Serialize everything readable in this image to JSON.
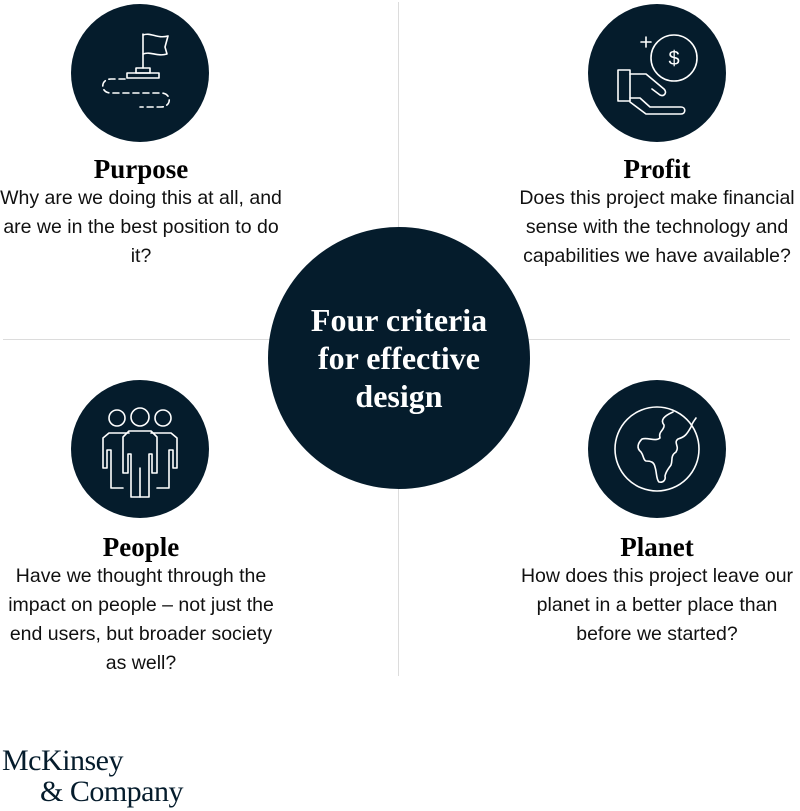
{
  "center": {
    "title": "Four criteria\nfor effective\ndesign"
  },
  "quadrants": [
    {
      "id": "purpose",
      "icon": "flag-path-icon",
      "title": "Purpose",
      "body": "Why are we doing this at all, and are we in the best position to do it?"
    },
    {
      "id": "profit",
      "icon": "hand-coin-dollar-icon",
      "title": "Profit",
      "body": "Does this project make financial sense with the technology and capabilities we have available?"
    },
    {
      "id": "people",
      "icon": "people-group-icon",
      "title": "People",
      "body": "Have we thought through the impact on people – not just the end users, but broader society as well?"
    },
    {
      "id": "planet",
      "icon": "globe-icon",
      "title": "Planet",
      "body": "How does this project leave our planet in a better place than before we started?"
    }
  ],
  "logo": {
    "line1": "McKinsey",
    "line2": "& Company"
  },
  "colors": {
    "navy": "#051c2c",
    "divider": "#dcdcdc",
    "text": "#000000"
  }
}
